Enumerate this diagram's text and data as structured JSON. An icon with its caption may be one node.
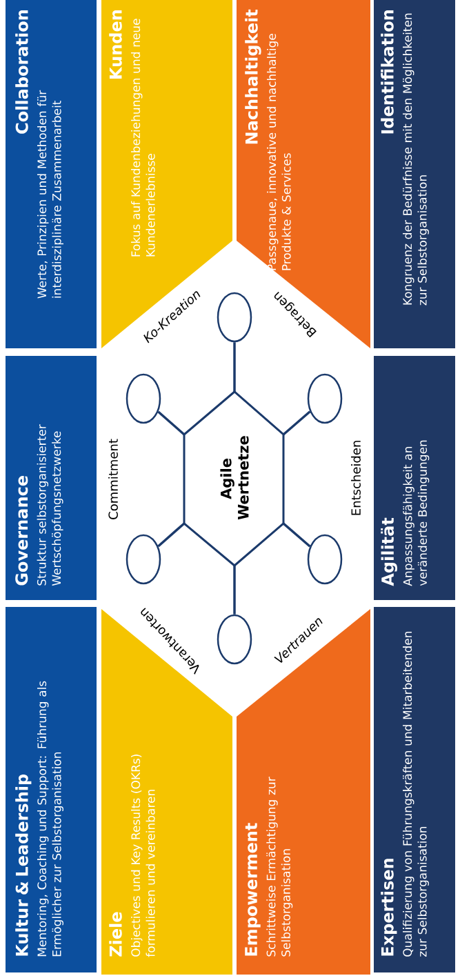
{
  "diagram": {
    "nodes": [
      {
        "text": [
          "Kultur & Leadership",
          "Mentoring, Coaching und Support: Führung als Ermöglicher zur Selbstorganisation"
        ]
      },
      {
        "text": [
          "Governance",
          "Struktur selbstorganisierter Wertschöpfungsnetzwerke"
        ]
      },
      {
        "text": [
          "Collaboration",
          "Werte, Prinzipien und Methoden für interdisziplinäre Zusammenarbeit"
        ]
      },
      {
        "text": [
          "Ziele",
          "Objectives und Key Results (OKRs) formulieren und vereinbaren"
        ]
      },
      {
        "text": [
          "Kunden",
          "Fokus auf Kundenbeziehungen und neue Kundenerlebnisse"
        ]
      },
      {
        "text": [
          "Empowerment",
          "Schrittweise Ermächtigung zur Selbstorganisation"
        ]
      },
      {
        "text": [
          "Nachhaltigkeit",
          "Passgenaue, innovative und nachhaltige Produkte & Services"
        ]
      },
      {
        "text": [
          "Expertisen",
          "Qualifizierung von Führungskräften und Mitarbeitenden zur Selbstorganisation"
        ]
      },
      {
        "text": [
          "Agilität",
          "Anpassungsfähigkeit an veränderte Bedingungen"
        ]
      },
      {
        "text": [
          "Identifikation",
          "Kongruenz der Bedürfnisse mit den Möglichkeiten zur Selbstorganisation"
        ]
      },
      {
        "text": [
          "Agile Wertnetze"
        ]
      },
      {
        "text": [],
        "shape": "circle"
      },
      {
        "text": [],
        "shape": "circle"
      },
      {
        "text": [],
        "shape": "circle"
      },
      {
        "text": [],
        "shape": "circle"
      },
      {
        "text": [],
        "shape": "circle"
      },
      {
        "text": [],
        "shape": "circle"
      }
    ],
    "edges": [
      {
        "from": 10,
        "to": 11,
        "arrow": "none"
      },
      {
        "from": 10,
        "to": 12,
        "arrow": "none"
      },
      {
        "from": 10,
        "to": 13,
        "arrow": "none"
      },
      {
        "from": 10,
        "to": 14,
        "arrow": "none"
      },
      {
        "from": 10,
        "to": 15,
        "arrow": "none"
      },
      {
        "from": 10,
        "to": 16,
        "arrow": "none"
      }
    ],
    "labels": [
      "Verantworten",
      "Commitment",
      "Ko-Kreation",
      "Vertrauen",
      "Entscheiden",
      "Betragen"
    ]
  }
}
